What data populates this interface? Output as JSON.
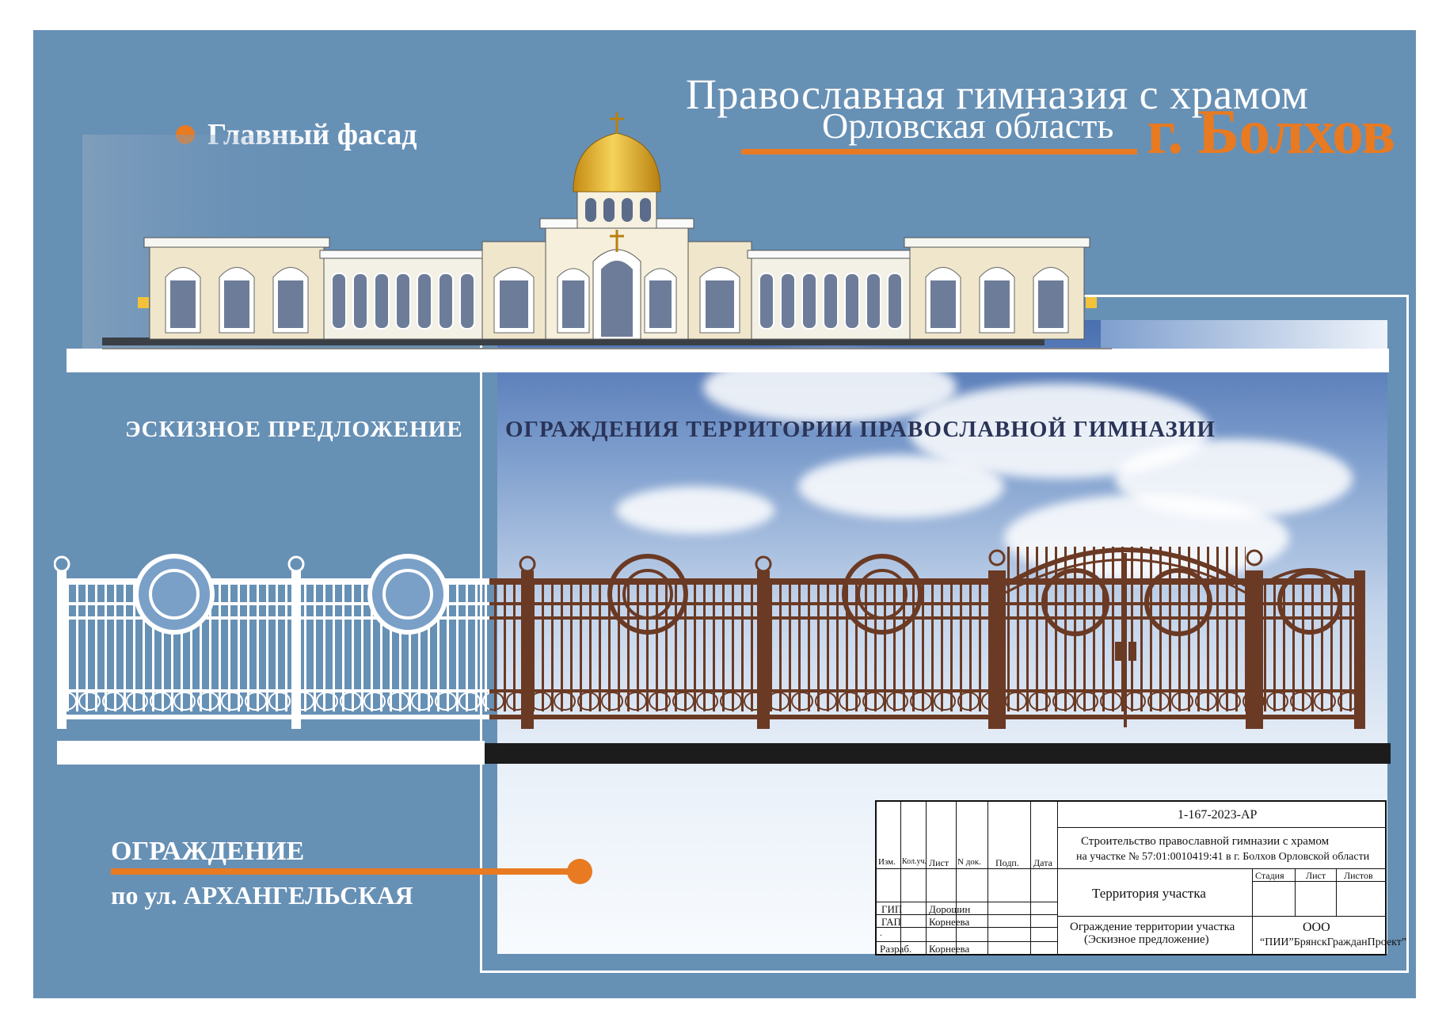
{
  "header": {
    "title_line1": "Православная гимназия с храмом",
    "title_region": "Орловская область",
    "title_city": "г. Болхов"
  },
  "facade": {
    "label": "Главный фасад"
  },
  "sketch": {
    "label": "ЭСКИЗНОЕ  ПРЕДЛОЖЕНИЕ",
    "fence_title": "ОГРАЖДЕНИЯ  ТЕРРИТОРИИ  ПРАВОСЛАВНОЙ ГИМНАЗИИ"
  },
  "fence": {
    "label_line1": "ОГРАЖДЕНИЕ",
    "label_line2": "по  ул. АРХАНГЕЛЬСКАЯ"
  },
  "title_block": {
    "code": "1-167-2023-АР",
    "project_line1": "Строительство православной гимназии с храмом",
    "project_line2": "на участке № 57:01:0010419:41 в г. Болхов Орловской области",
    "columns": [
      "Изм.",
      "Кол.уч.",
      "Лист",
      "N док.",
      "Подп.",
      "Дата"
    ],
    "stage_headers": [
      "Стадия",
      "Лист",
      "Листов"
    ],
    "sheet_name": "Территория участка",
    "drawing_name_line1": "Ограждение территории участка",
    "drawing_name_line2": "(Эскизное предложение)",
    "org_line1": "ООО",
    "org_line2": "“ПИИ”БрянскГражданПроект”",
    "roles": [
      {
        "role": "ГИП",
        "name": "Дорошин"
      },
      {
        "role": "ГАП",
        "name": "Корнеева"
      },
      {
        "role": ".",
        "name": ""
      },
      {
        "role": "Разраб.",
        "name": "Корнеева"
      }
    ]
  },
  "colors": {
    "background": "#6790b5",
    "accent": "#e87a22",
    "fence_brown": "#6b3a24",
    "fence_white": "#ffffff",
    "dome_gold": "#e7b72e"
  }
}
